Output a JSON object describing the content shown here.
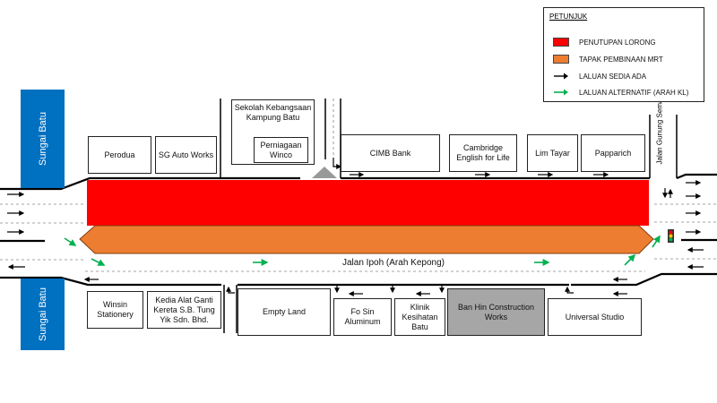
{
  "colors": {
    "closure": "#ff0000",
    "mrt": "#ed7d31",
    "river": "#0070c0",
    "existing_route": "#000000",
    "alternative_route": "#00b050",
    "shaded_building": "#a6a6a6"
  },
  "legend": {
    "title": "PETUNJUK",
    "items": [
      {
        "label": "PENUTUPAN LORONG",
        "kind": "box",
        "color": "#ff0000"
      },
      {
        "label": "TAPAK PEMBINAAN MRT",
        "kind": "box",
        "color": "#ed7d31"
      },
      {
        "label": "LALUAN SEDIA ADA",
        "kind": "arrow",
        "color": "#000000"
      },
      {
        "label": "LALUAN ALTERNATIF (ARAH KL)",
        "kind": "arrow",
        "color": "#00b050"
      }
    ]
  },
  "rivers": {
    "top": "Sungai Batu",
    "bottom": "Sungai Batu"
  },
  "road": {
    "name": "Jalan Ipoh (Arah Kepong)",
    "side_road": "Jalan Gunung Semanggol"
  },
  "buildings_north": {
    "perodua": "Perodua",
    "sg_auto": "SG Auto Works",
    "sekolah": "Sekolah Kebangsaan Kampung Batu",
    "winco": "Perniagaan Winco",
    "cimb": "CIMB Bank",
    "cambridge": "Cambridge English for Life",
    "lim_tayar": "Lim Tayar",
    "papparich": "Papparich"
  },
  "buildings_south": {
    "winsin": "Winsin Stationery",
    "kedia": "Kedia Alat Ganti Kereta S.B. Tung Yik Sdn. Bhd.",
    "empty_land": "Empty Land",
    "fo_sin": "Fo Sin Aluminum",
    "klinik": "Klinik Kesihatan Batu",
    "ban_hin": "Ban Hin Construction Works",
    "universal": "Universal Studio"
  }
}
